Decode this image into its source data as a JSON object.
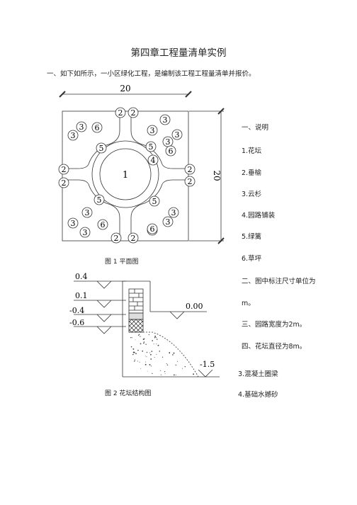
{
  "doc": {
    "title": "第四章工程量清单实例",
    "intro": "一、如下如所示，一小区绿化工程，是编制该工程工程量清单并报价。"
  },
  "plan": {
    "dim_top": "20",
    "dim_right": "20",
    "center_label": "1",
    "caption": "图 1  平面图",
    "circles": [
      "2",
      "2",
      "2",
      "2",
      "2",
      "2",
      "2",
      "2",
      "3",
      "3",
      "3",
      "3",
      "3",
      "3",
      "3",
      "3",
      "3",
      "3",
      "3",
      "3",
      "4",
      "5",
      "5",
      "5",
      "5",
      "6",
      "6",
      "6",
      "6"
    ]
  },
  "section": {
    "levels": [
      "0.4",
      "0.1",
      "-0.4",
      "-0.6",
      "0.00",
      "-1.5"
    ],
    "caption": "图 2  花坛结构图"
  },
  "notes": [
    "一、说明",
    "1.花坛",
    "2.垂榆",
    "3.云杉",
    "4.园路铺装",
    "5.绿篱",
    "6.草坪",
    "二、图中标注尺寸单位为",
    "m。",
    "三、园路宽度为2m。",
    "四、花坛直径为8m。",
    "3.混凝土圈梁",
    "4.基础水撼砂"
  ]
}
